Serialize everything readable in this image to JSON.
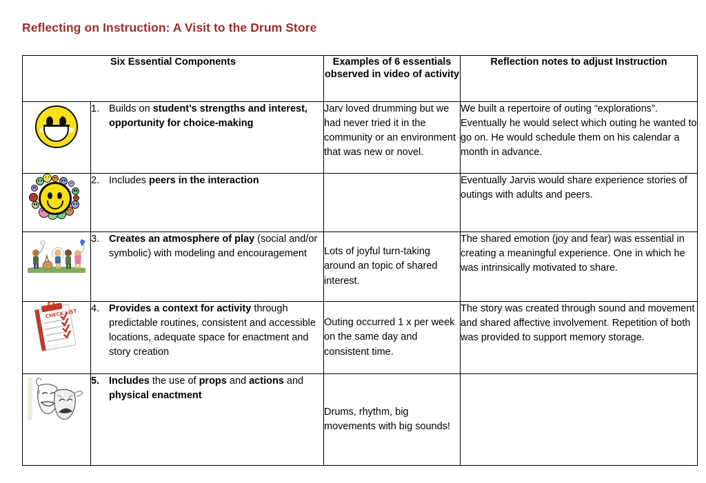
{
  "document": {
    "title": "Reflecting on Instruction: A Visit to the Drum Store",
    "title_color": "#9c2b28"
  },
  "table": {
    "headers": {
      "icon_col": "",
      "components": "Six Essential Components",
      "examples": "Examples of 6 essentials observed in video of activity",
      "reflection": "Reflection notes to adjust Instruction"
    },
    "rows": [
      {
        "number": "1.",
        "icon": "smiley-face-icon",
        "component_plain_1": "Builds on ",
        "component_bold_1": "student’s strengths and interest, opportunity for choice-making",
        "component_plain_2": "",
        "examples": "Jarv loved drumming but we had never tried it in the community or an environment that was new or novel.",
        "reflection": "We built a repertoire of outing “explorations”. Eventually he would select which outing he wanted to go on. He would schedule them on his calendar a month in advance."
      },
      {
        "number": "2.",
        "icon": "smiley-face-group-icon",
        "component_plain_1": "Includes ",
        "component_bold_1": "peers in the interaction",
        "component_plain_2": "",
        "examples": "",
        "reflection": "Eventually Jarvis would share experience stories of outings with adults and peers."
      },
      {
        "number": "3.",
        "icon": "children-playing-icon",
        "component_plain_1": "",
        "component_bold_1": "Creates an atmosphere of play",
        "component_plain_2": " (social and/or symbolic) with modeling and encouragement",
        "examples": "Lots of joyful turn-taking around an topic of shared interest.",
        "reflection": "The shared emotion (joy and fear) was essential in creating a meaningful experience. One in which he was intrinsically motivated to share."
      },
      {
        "number": "4.",
        "icon": "checklist-clipboard-icon",
        "component_plain_1": "",
        "component_bold_1": "Provides a context for activity",
        "component_plain_2": " through predictable routines, consistent and accessible locations, adequate space for enactment and story creation",
        "examples": "Outing occurred 1 x per week on the same day and consistent time.",
        "reflection": "The story was created through sound and movement and shared affective involvement. Repetition of both was provided to support memory storage."
      },
      {
        "number": "5.",
        "icon": "theatre-masks-icon",
        "component_rich": [
          {
            "text": "Includes",
            "bold": true
          },
          {
            "text": " the use of ",
            "bold": false
          },
          {
            "text": "props",
            "bold": true
          },
          {
            "text": " and ",
            "bold": false
          },
          {
            "text": "actions",
            "bold": true
          },
          {
            "text": " and ",
            "bold": false
          },
          {
            "text": "physical enactment",
            "bold": true
          }
        ],
        "examples": "Drums, rhythm, big movements with big sounds!",
        "reflection": ""
      }
    ]
  }
}
